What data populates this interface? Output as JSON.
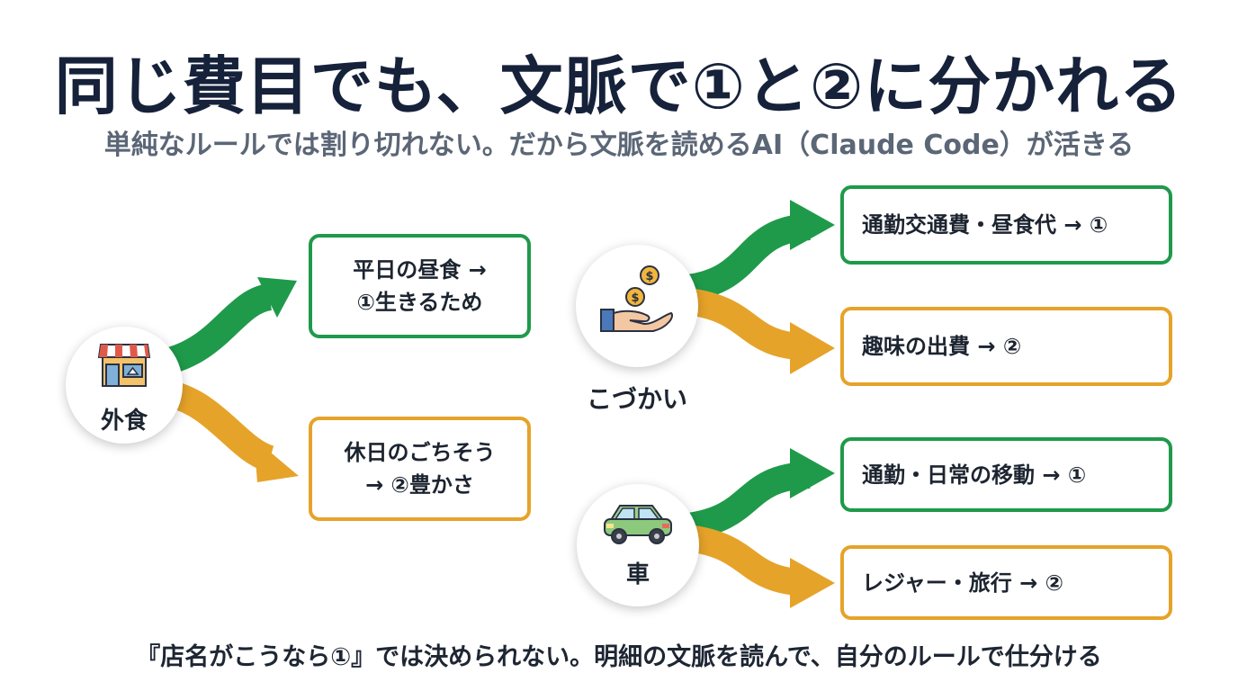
{
  "title": "同じ費目でも、文脈で①と②に分かれる",
  "subtitle": "単純なルールでは割り切れない。だから文脈を読めるAI（Claude Code）が活きる",
  "footer": "『店名がこうなら①』では決められない。明細の文脈を読んで、自分のルールで仕分ける",
  "colors": {
    "green": "#1f9a4a",
    "orange": "#e6a32a",
    "title": "#16213a",
    "subtitle": "#5b6676"
  },
  "groups": [
    {
      "id": "gaishoku",
      "label": "外食",
      "icon": "storefront-icon",
      "branches": [
        {
          "line1": "平日の昼食 →",
          "line2": "①生きるため",
          "color": "green"
        },
        {
          "line1": "休日のごちそう",
          "line2": "→ ②豊かさ",
          "color": "orange"
        }
      ]
    },
    {
      "id": "kozukai",
      "label": "こづかい",
      "icon": "coins-hand-icon",
      "branches": [
        {
          "text": "通勤交通費・昼食代 → ①",
          "color": "green"
        },
        {
          "text": "趣味の出費 → ②",
          "color": "orange"
        }
      ]
    },
    {
      "id": "kuruma",
      "label": "車",
      "icon": "car-icon",
      "branches": [
        {
          "text": "通勤・日常の移動 → ①",
          "color": "green"
        },
        {
          "text": "レジャー・旅行 → ②",
          "color": "orange"
        }
      ]
    }
  ]
}
